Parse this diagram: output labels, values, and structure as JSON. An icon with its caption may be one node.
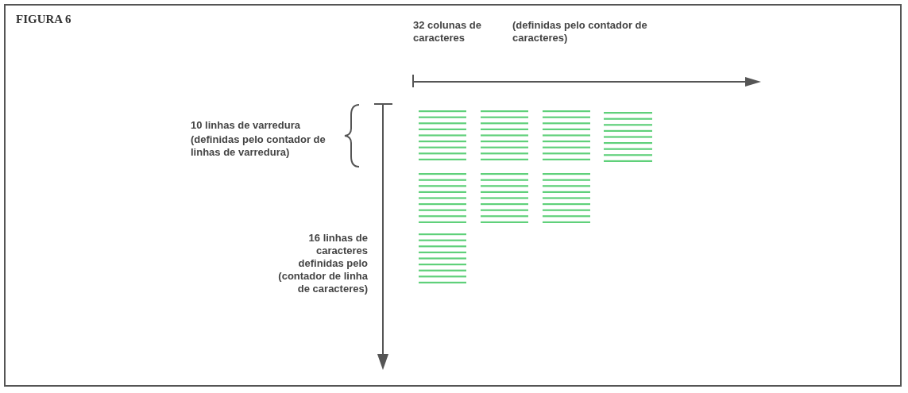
{
  "diagram": {
    "title": "FIGURA 6",
    "labels": [
      "32 colunas de caracteres",
      "(definidas pelo contador de caracteres)",
      "10 linhas de varredura",
      "(definidas pelo contador de linhas de varredura)",
      "16 linhas de caracteres definidas pelo (contador de linha de caracteres)"
    ]
  }
}
